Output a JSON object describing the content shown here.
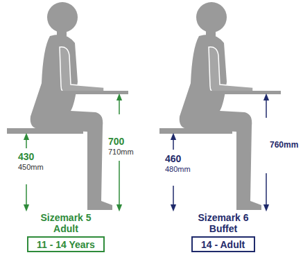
{
  "diagram": {
    "nodes": [
      {
        "text": [
          "11 - 14 Years"
        ]
      },
      {
        "text": [
          "14 - Adult"
        ]
      }
    ],
    "labels": [
      "430",
      "450mm",
      "700",
      "710mm",
      "Sizemark 5 Adult",
      "460",
      "480mm",
      "760mm",
      "Sizemark 6 Buffet"
    ]
  }
}
